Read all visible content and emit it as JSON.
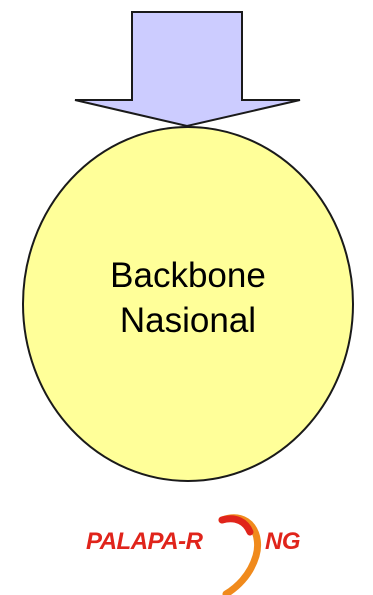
{
  "diagram": {
    "node_label_line1": "Backbone",
    "node_label_line2": "Nasional",
    "colors": {
      "arrow_fill": "#ccccff",
      "arrow_stroke": "#1a1a1a",
      "node_fill": "#ffff99",
      "node_stroke": "#1a1a1a"
    }
  },
  "logo": {
    "text_left": "PALAPA-R",
    "text_right": "NG",
    "color": "#e0241b",
    "ring_color": "#f08a1c"
  }
}
